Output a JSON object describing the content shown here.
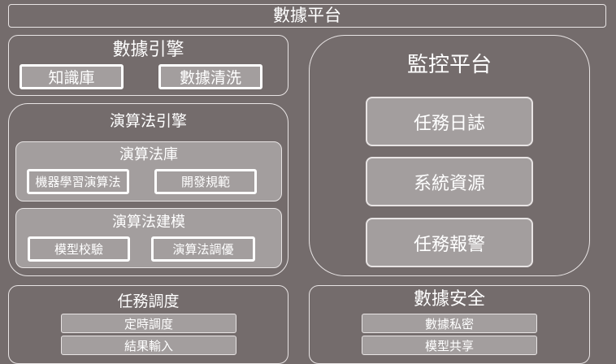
{
  "header": {
    "title": "數據平台"
  },
  "data_engine": {
    "title": "數據引擎",
    "items": [
      "知識庫",
      "數據清洗"
    ]
  },
  "algorithm_engine": {
    "title": "演算法引擎",
    "library": {
      "title": "演算法庫",
      "items": [
        "機器學習演算法",
        "開發規範"
      ]
    },
    "modeling": {
      "title": "演算法建模",
      "items": [
        "模型校驗",
        "演算法調優"
      ]
    }
  },
  "monitor": {
    "title": "監控平台",
    "items": [
      "任務日誌",
      "系統資源",
      "任務報警"
    ]
  },
  "scheduling": {
    "title": "任務調度",
    "items": [
      "定時調度",
      "結果輸入"
    ]
  },
  "security": {
    "title": "數據安全",
    "items": [
      "數據私密",
      "模型共享"
    ]
  }
}
